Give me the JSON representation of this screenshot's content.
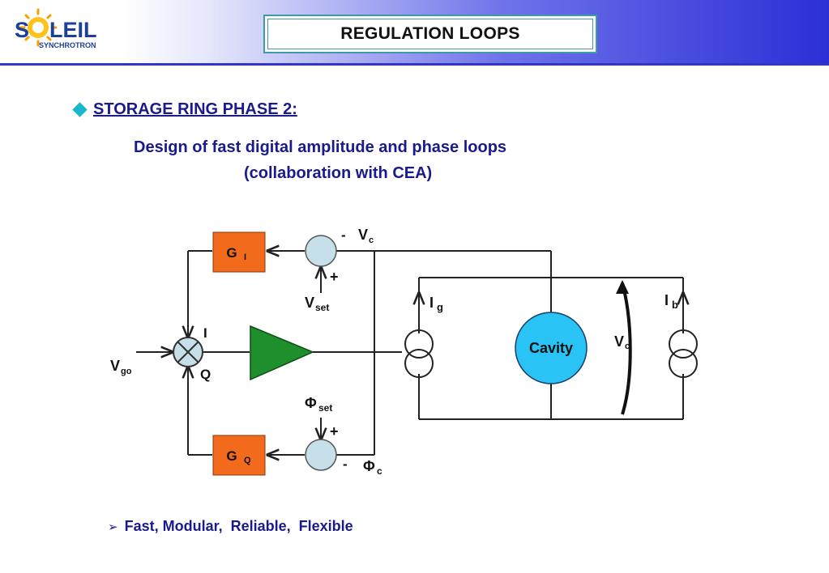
{
  "header": {
    "title": "REGULATION LOOPS",
    "logo": {
      "name_left": "S",
      "name_right": "LEIL",
      "subtitle": "SYNCHROTRON"
    }
  },
  "bullet": {
    "heading": "STORAGE RING PHASE 2:"
  },
  "subtitle": {
    "line1": "Design of fast digital amplitude and phase loops",
    "line2": "(collaboration with CEA)"
  },
  "diagram": {
    "gi_main": "G",
    "gi_sub": "I",
    "gq_main": "G",
    "gq_sub": "Q",
    "minus_top": "-",
    "vc_top_main": "V",
    "vc_top_sub": "c",
    "plus_top": "+",
    "vset_main": "V",
    "vset_sub": "set",
    "i_label": "I",
    "q_label": "Q",
    "vgo_main": "V",
    "vgo_sub": "go",
    "phiset_main": "Φ",
    "phiset_sub": "set",
    "plus_bottom": "+",
    "minus_bottom": "-",
    "phic_main": "Φ",
    "phic_sub": "c",
    "ig_main": "I",
    "ig_sub": "g",
    "cavity": "Cavity",
    "vc_right_main": "V",
    "vc_right_sub": "c",
    "ib_main": "I",
    "ib_sub": "b",
    "colors": {
      "gain_block": "#f26a1b",
      "summer": "#c6dfe8",
      "amplifier": "#1f8e2c",
      "cavity": "#29c3f5"
    }
  },
  "footer": {
    "text": "Fast, Modular,  Reliable,  Flexible"
  }
}
